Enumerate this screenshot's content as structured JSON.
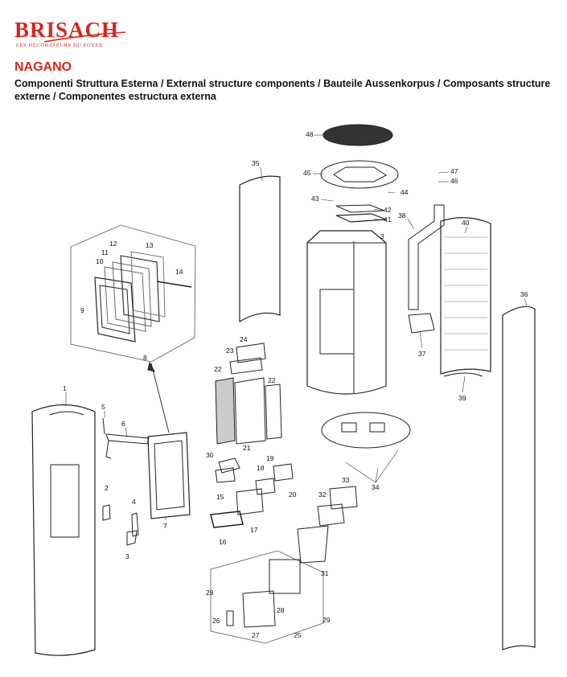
{
  "brand": {
    "name": "BRISACH",
    "tagline": "LES DÉCORATEURS DU FOYER",
    "color": "#d8261c"
  },
  "header": {
    "model": "NAGANO",
    "subtitle": "Componenti Struttura Esterna / External structure components / Bauteile Aussenkorpus / Composants structure externe / Componentes estructura externa"
  },
  "callouts": [
    "1",
    "2",
    "3",
    "3",
    "4",
    "5",
    "6",
    "7",
    "8",
    "9",
    "10",
    "11",
    "12",
    "13",
    "14",
    "15",
    "16",
    "17",
    "18",
    "19",
    "20",
    "21",
    "22",
    "22",
    "23",
    "24",
    "25",
    "26",
    "27",
    "28",
    "29",
    "29",
    "30",
    "31",
    "32",
    "33",
    "34",
    "35",
    "36",
    "37",
    "38",
    "39",
    "40",
    "41",
    "42",
    "43",
    "44",
    "45",
    "46",
    "47",
    "48"
  ]
}
